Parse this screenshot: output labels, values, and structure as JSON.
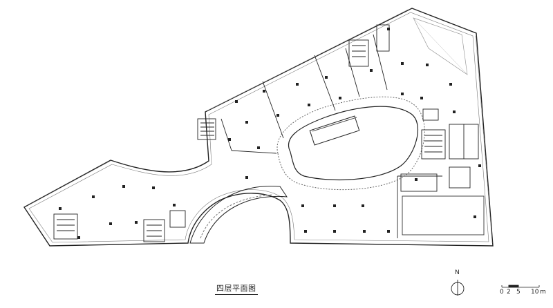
{
  "drawing": {
    "caption": "四层平面图",
    "north_label": "N",
    "scale_ticks": [
      "0",
      "2",
      "5",
      "10"
    ],
    "scale_unit": "m"
  },
  "colors": {
    "line": "#222222",
    "light": "#888888",
    "background": "#ffffff"
  }
}
